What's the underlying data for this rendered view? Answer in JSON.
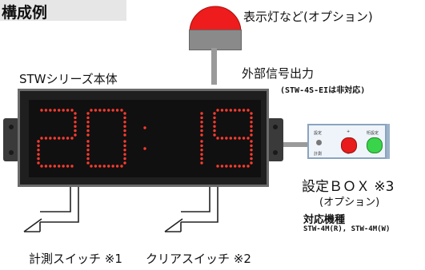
{
  "header": {
    "title": "構成例"
  },
  "labels": {
    "lamp": "表示灯など(オプション)",
    "external_output": "外部信号出力",
    "external_note": "(STW-4S-EIは非対応)",
    "body": "STWシリーズ本体",
    "settings_box": "設定ＢＯＸ ※3",
    "settings_box_option": "(オプション)",
    "compatible_title": "対応機種",
    "compatible_models": "STW-4M(R), STW-4M(W)",
    "switch_measure": "計測スイッチ ※1",
    "switch_clear": "クリアスイッチ ※2"
  },
  "display": {
    "value": "20:19",
    "digit_color": "#ff3b2f"
  },
  "settings_box_panel": {
    "left_top": "設定",
    "left_bottom": "計測",
    "middle_top": "+",
    "middle_bottom": "−",
    "right_top": "桁設定"
  },
  "colors": {
    "lamp": "#ee1c1c",
    "red_button": "#e81c1c",
    "green_button": "#39d44a",
    "frame": "#1f1f1f",
    "header_bg": "#e6e6e6"
  },
  "icons": [
    "lamp-icon",
    "switch-icon",
    "knob-icon"
  ]
}
